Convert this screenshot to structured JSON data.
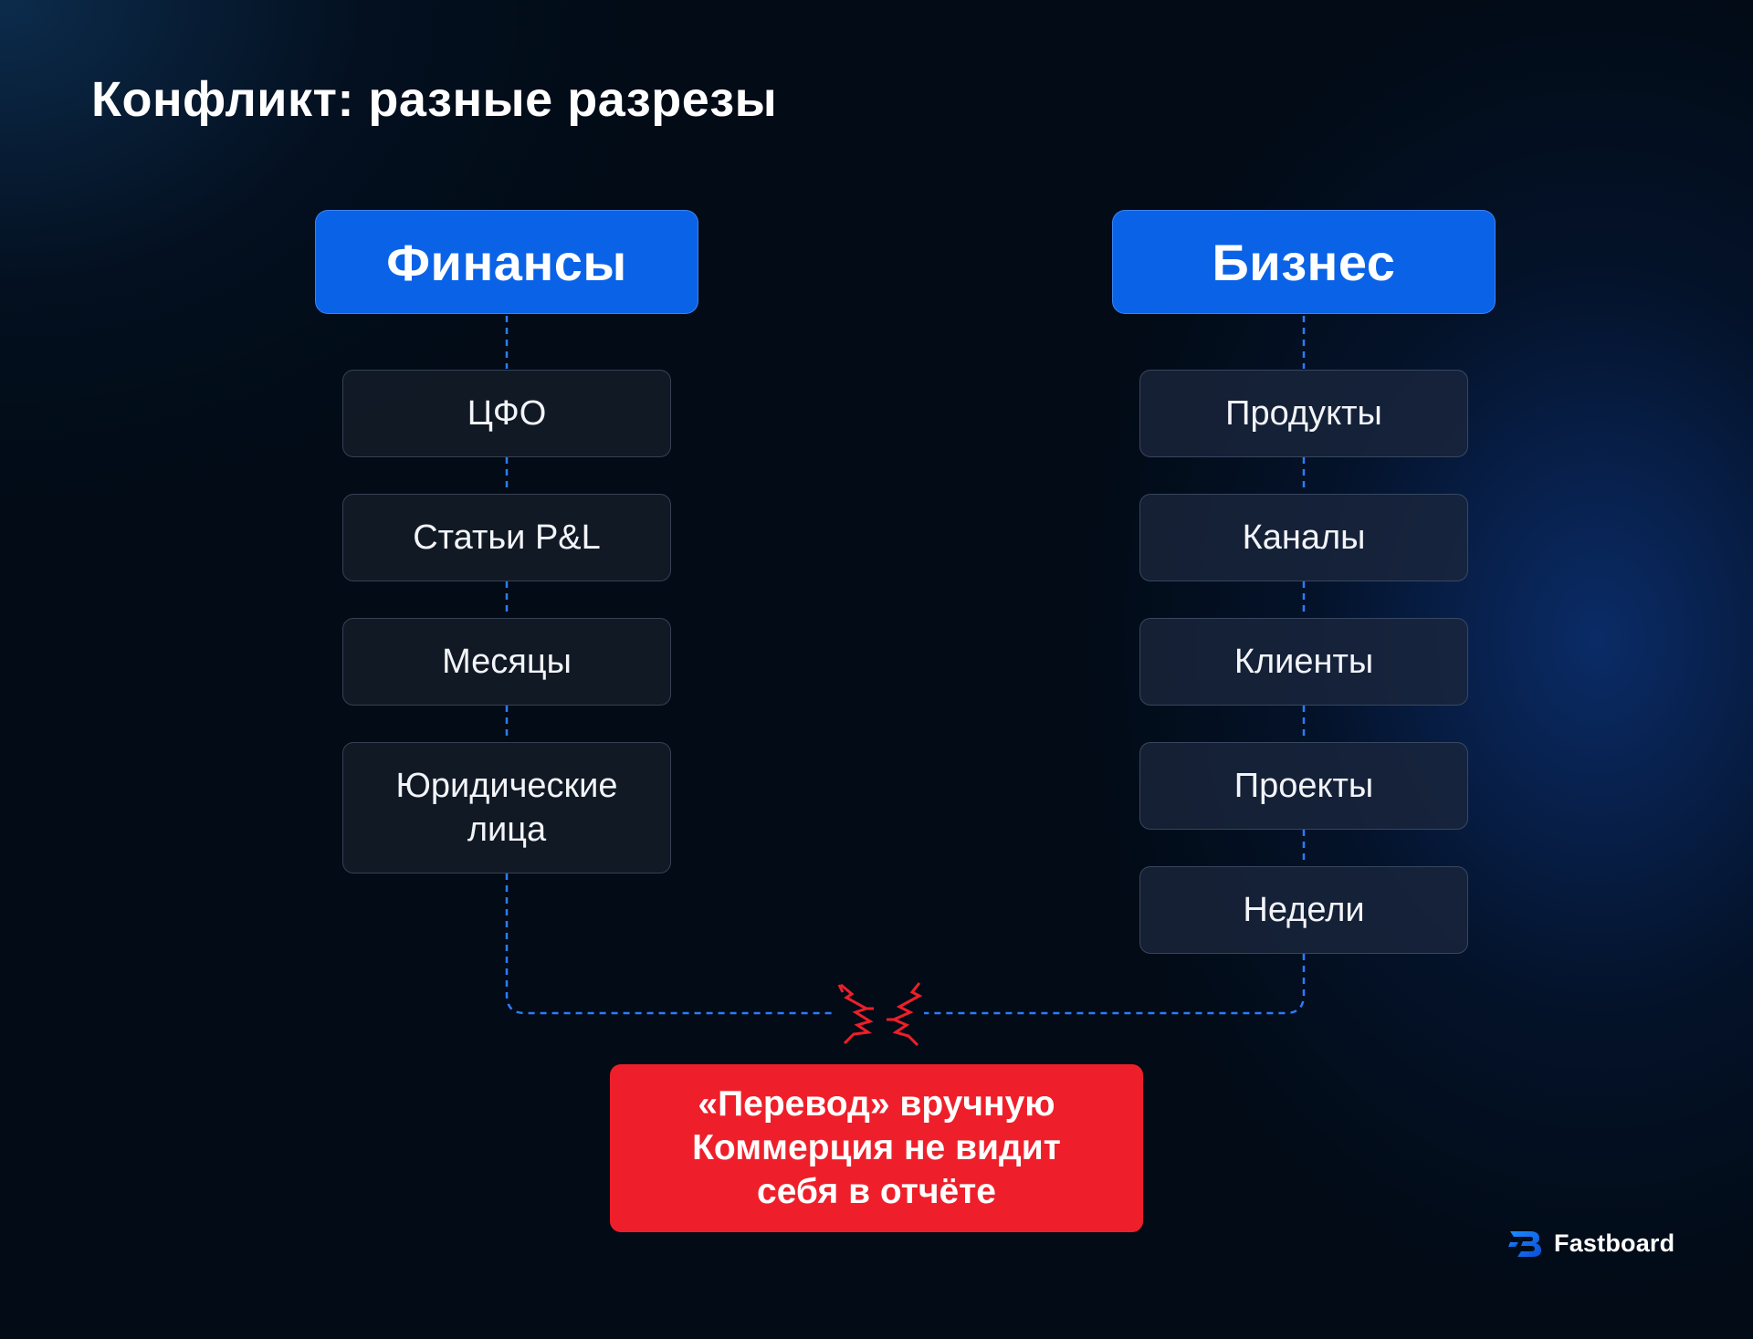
{
  "slide": {
    "title": "Конфликт: разные разрезы"
  },
  "finance": {
    "header": "Финансы",
    "items": [
      "ЦФО",
      "Статьи P&L",
      "Месяцы",
      "Юридические лица"
    ]
  },
  "business": {
    "header": "Бизнес",
    "items": [
      "Продукты",
      "Каналы",
      "Клиенты",
      "Проекты",
      "Недели"
    ]
  },
  "conflict": {
    "icon": "clash-icon",
    "color": "#ee1f2a",
    "lines": [
      "«Перевод» вручную",
      "Коммерция не видит",
      "себя в отчёте"
    ]
  },
  "brand": {
    "name": "Fastboard",
    "icon": "fastboard-logo-icon"
  },
  "colors": {
    "accent": "#0a63e6",
    "connector": "#2f7bff",
    "background": "#020b16"
  }
}
